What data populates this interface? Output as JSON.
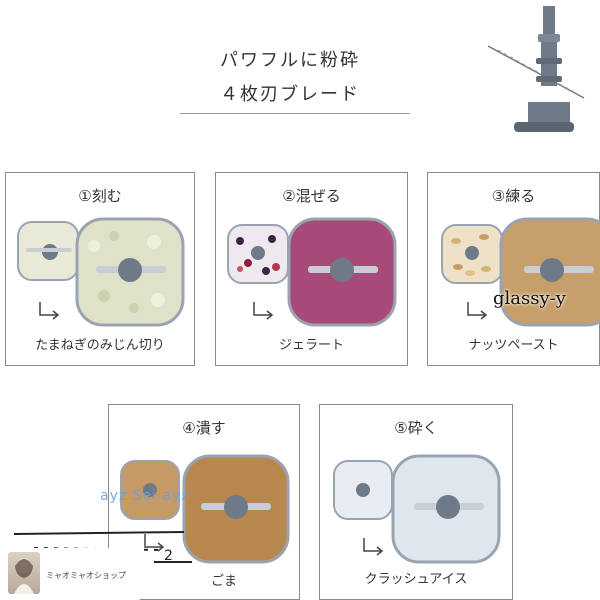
{
  "header": {
    "line1": "パワフルに粉砕",
    "line2": "４枚刃ブレード"
  },
  "cards": [
    {
      "title": "①刻む",
      "caption": "たまねぎのみじん切り",
      "food": "#dfe2c8",
      "food_small": "#e8e9d6"
    },
    {
      "title": "②混ぜる",
      "caption": "ジェラート",
      "food": "#a84a78",
      "food_small": "#efe8ee"
    },
    {
      "title": "③練る",
      "caption": "ナッツペースト",
      "food": "#c79f6a",
      "food_small": "#efe1c8"
    },
    {
      "title": "④潰す",
      "caption": "ごま",
      "food": "#b8874e",
      "food_small": "#c69a64"
    },
    {
      "title": "⑤砕く",
      "caption": "クラッシュアイス",
      "food": "#dfe6ee",
      "food_small": "#e8edf3"
    }
  ],
  "watermark": {
    "text": "glassy-y",
    "overlay": "ayz Sei ayz"
  },
  "shop": {
    "name": "ミャオミャオショップ"
  },
  "colors": {
    "frame": "#8a8a8a",
    "bowl_rim": "#9aa3b2",
    "blade_hub": "#6f7a88"
  }
}
